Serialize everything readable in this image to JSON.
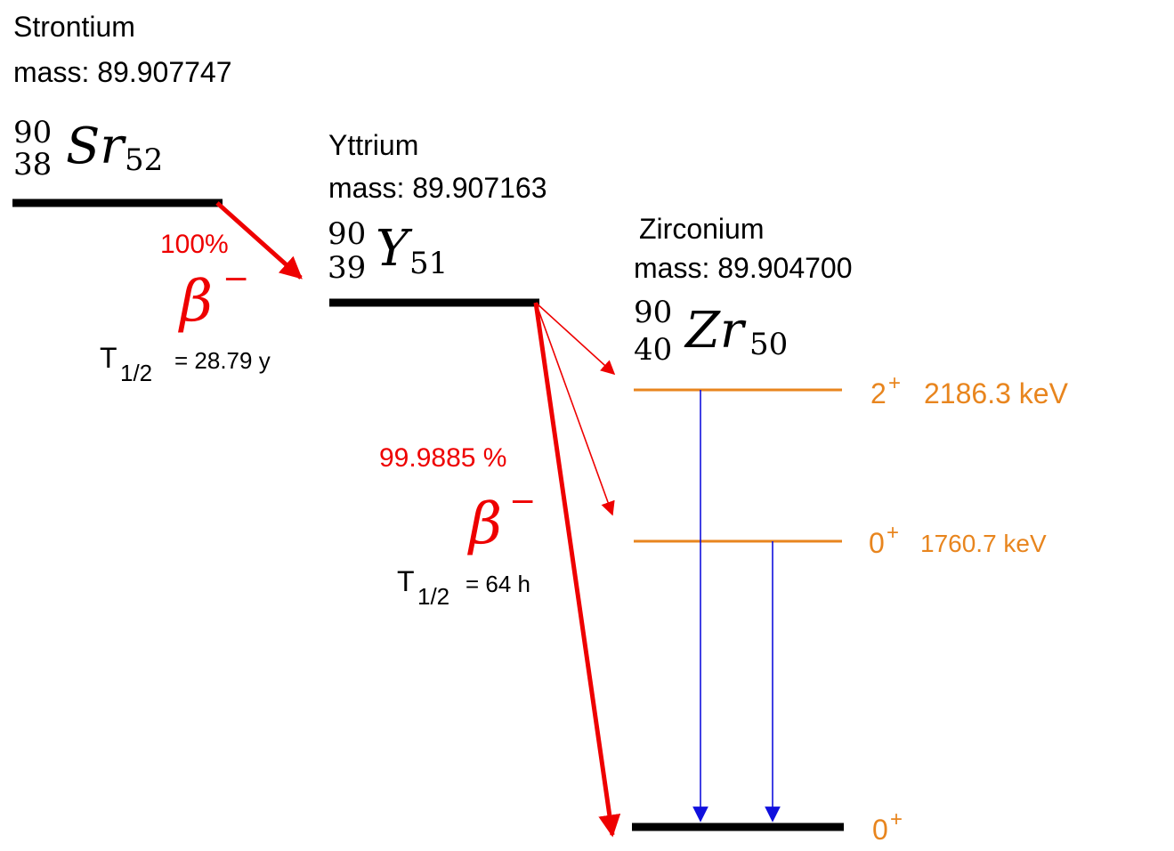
{
  "colors": {
    "level": "#000000",
    "excited_level": "#e8851e",
    "beta": "#ee0000",
    "gamma": "#1010dd"
  },
  "strontium": {
    "name": "Strontium",
    "mass": "mass: 89.907747",
    "mass_number": "90",
    "atomic_number": "38",
    "symbol": "Sr",
    "neutron_number": "52"
  },
  "yttrium": {
    "name": "Yttrium",
    "mass": "mass: 89.907163",
    "mass_number": "90",
    "atomic_number": "39",
    "symbol": "Y",
    "neutron_number": "51"
  },
  "zirconium": {
    "name": "Zirconium",
    "mass": "mass:  89.904700",
    "mass_number": "90",
    "atomic_number": "40",
    "symbol": "Zr",
    "neutron_number": "50"
  },
  "decay_sr": {
    "branch": "100%",
    "beta_symbol": "β",
    "beta_sign": "−",
    "half_life_label": "T",
    "half_life_sub": "1/2",
    "half_life_value": "= 28.79 y"
  },
  "decay_y": {
    "branch": "99.9885 %",
    "beta_symbol": "β",
    "beta_sign": "−",
    "half_life_label": "T",
    "half_life_sub": "1/2",
    "half_life_value": "= 64 h"
  },
  "levels": [
    {
      "spin": "2",
      "parity": "+",
      "energy": "2186.3 keV"
    },
    {
      "spin": "0",
      "parity": "+",
      "energy": "1760.7 keV"
    },
    {
      "spin": "0",
      "parity": "+",
      "energy": ""
    }
  ]
}
